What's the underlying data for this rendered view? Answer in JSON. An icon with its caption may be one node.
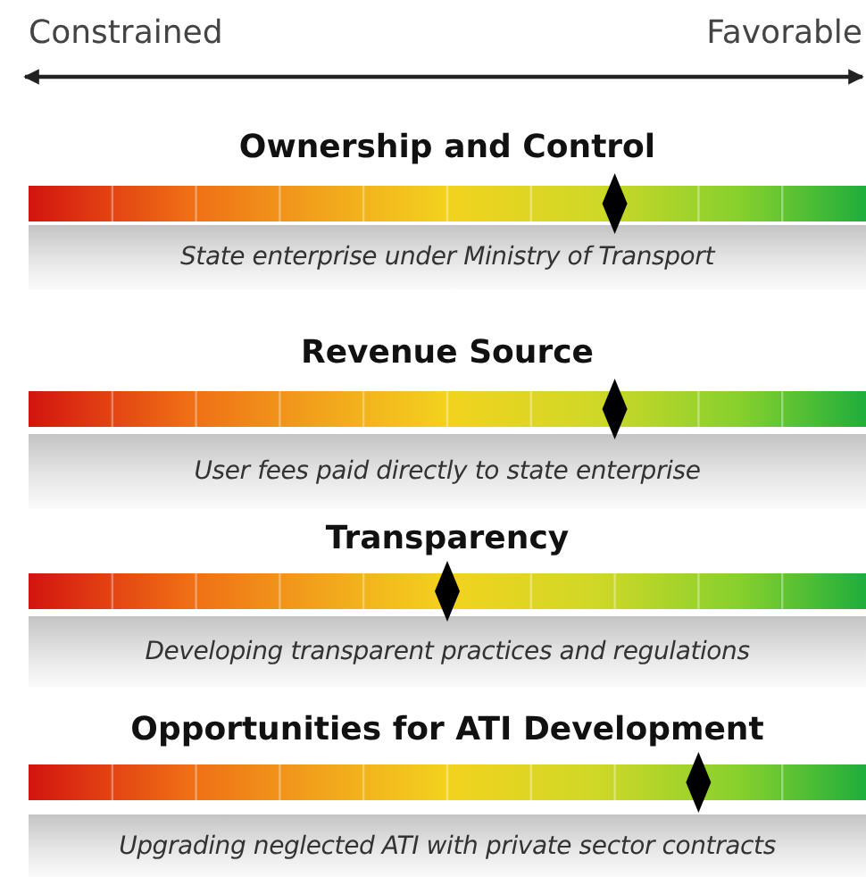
{
  "diagram": {
    "nodes": [
      {
        "text": [
          "Ownership and Control",
          "State enterprise under Ministry of Transport"
        ]
      },
      {
        "text": [
          "Revenue Source",
          "User fees paid directly to state enterprise"
        ]
      },
      {
        "text": [
          "Transparency",
          "Developing transparent practices and regulations"
        ]
      },
      {
        "text": [
          "Opportunities for ATI Development",
          "Upgrading neglected ATI with private sector contracts"
        ]
      }
    ],
    "labels": [
      "Constrained",
      "Favorable"
    ]
  }
}
